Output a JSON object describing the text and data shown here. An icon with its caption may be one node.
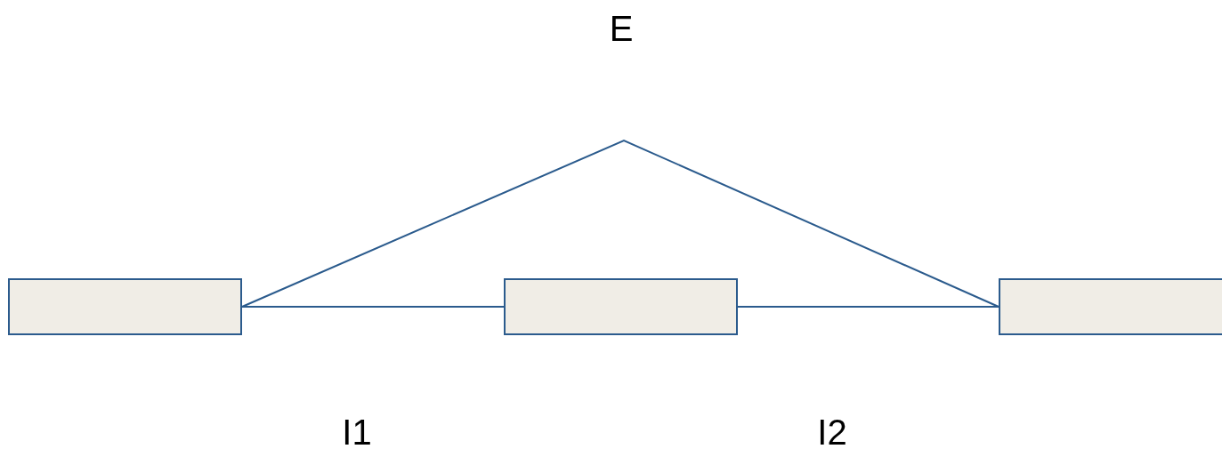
{
  "diagram": {
    "nodes": [
      {
        "text": [],
        "shape": "box"
      },
      {
        "text": [],
        "shape": "box"
      },
      {
        "text": [],
        "shape": "box"
      }
    ],
    "edges": [
      {
        "from": 0,
        "to": 1,
        "arrow": "none"
      },
      {
        "from": 1,
        "to": 2,
        "arrow": "none"
      },
      {
        "from": 0,
        "to": 2,
        "arrow": "none"
      }
    ],
    "labels": [
      "E",
      "I1",
      "I2"
    ]
  }
}
